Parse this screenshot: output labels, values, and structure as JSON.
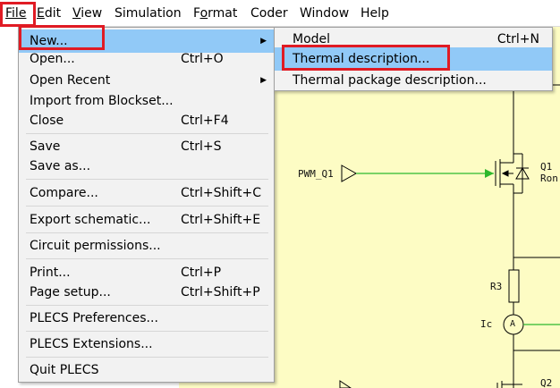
{
  "menubar": {
    "items": [
      {
        "label": "File",
        "mnemonic_index": 0
      },
      {
        "label": "Edit",
        "mnemonic_index": 0
      },
      {
        "label": "View",
        "mnemonic_index": 0
      },
      {
        "label": "Simulation",
        "mnemonic_index": -1
      },
      {
        "label": "Format",
        "mnemonic_index": 1
      },
      {
        "label": "Coder",
        "mnemonic_index": -1
      },
      {
        "label": "Window",
        "mnemonic_index": -1
      },
      {
        "label": "Help",
        "mnemonic_index": -1
      }
    ]
  },
  "file_menu": {
    "items": [
      {
        "label": "New...",
        "shortcut": "",
        "submenu": true
      },
      {
        "label": "Open...",
        "shortcut": "Ctrl+O"
      },
      {
        "label": "Open Recent",
        "shortcut": "",
        "submenu": true
      },
      {
        "label": "Import from Blockset...",
        "shortcut": ""
      },
      {
        "label": "Close",
        "shortcut": "Ctrl+F4"
      },
      {
        "label": "Save",
        "shortcut": "Ctrl+S"
      },
      {
        "label": "Save as...",
        "shortcut": ""
      },
      {
        "label": "Compare...",
        "shortcut": "Ctrl+Shift+C"
      },
      {
        "label": "Export schematic...",
        "shortcut": "Ctrl+Shift+E"
      },
      {
        "label": "Circuit permissions...",
        "shortcut": ""
      },
      {
        "label": "Print...",
        "shortcut": "Ctrl+P"
      },
      {
        "label": "Page setup...",
        "shortcut": "Ctrl+Shift+P"
      },
      {
        "label": "PLECS Preferences...",
        "shortcut": ""
      },
      {
        "label": "PLECS Extensions...",
        "shortcut": ""
      },
      {
        "label": "Quit PLECS",
        "shortcut": ""
      }
    ]
  },
  "new_submenu": {
    "items": [
      {
        "label": "Model",
        "shortcut": "Ctrl+N"
      },
      {
        "label": "Thermal description...",
        "shortcut": ""
      },
      {
        "label": "Thermal package description...",
        "shortcut": ""
      }
    ]
  },
  "schematic": {
    "labels": {
      "pwm": "PWM_Q1",
      "q1": "Q1",
      "ron": "Ron",
      "r3": "R3",
      "ic": "Ic",
      "ammeter": "A",
      "q2": "Q2"
    }
  },
  "colors": {
    "highlight": "#91c9f7",
    "annotation_red": "#e01b24",
    "canvas": "#fdfcc4",
    "wire_green": "#2db82d"
  }
}
